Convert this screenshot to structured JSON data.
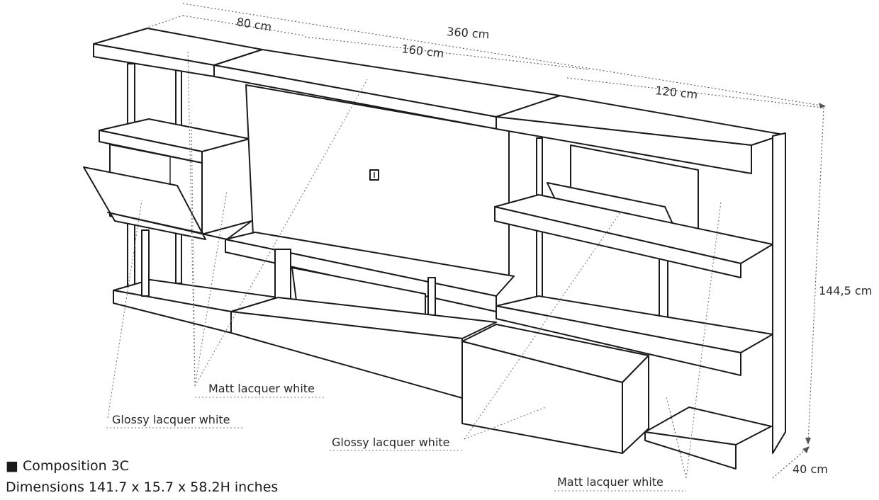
{
  "dimensions": {
    "width_left": "80 cm",
    "width_total": "360 cm",
    "width_center": "160 cm",
    "width_right": "120 cm",
    "height": "144,5 cm",
    "depth": "40 cm"
  },
  "materials": {
    "matt_left": "Matt lacquer white",
    "glossy_left": "Glossy lacquer white",
    "glossy_center": "Glossy lacquer white",
    "matt_right": "Matt lacquer white"
  },
  "caption": {
    "bullet": "■",
    "title": "Composition 3C",
    "dimensions": "Dimensions 141.7 x 15.7 x 58.2H inches"
  },
  "colors": {
    "line": "#1a1a1a",
    "dim_line": "#555555",
    "background": "#ffffff"
  }
}
